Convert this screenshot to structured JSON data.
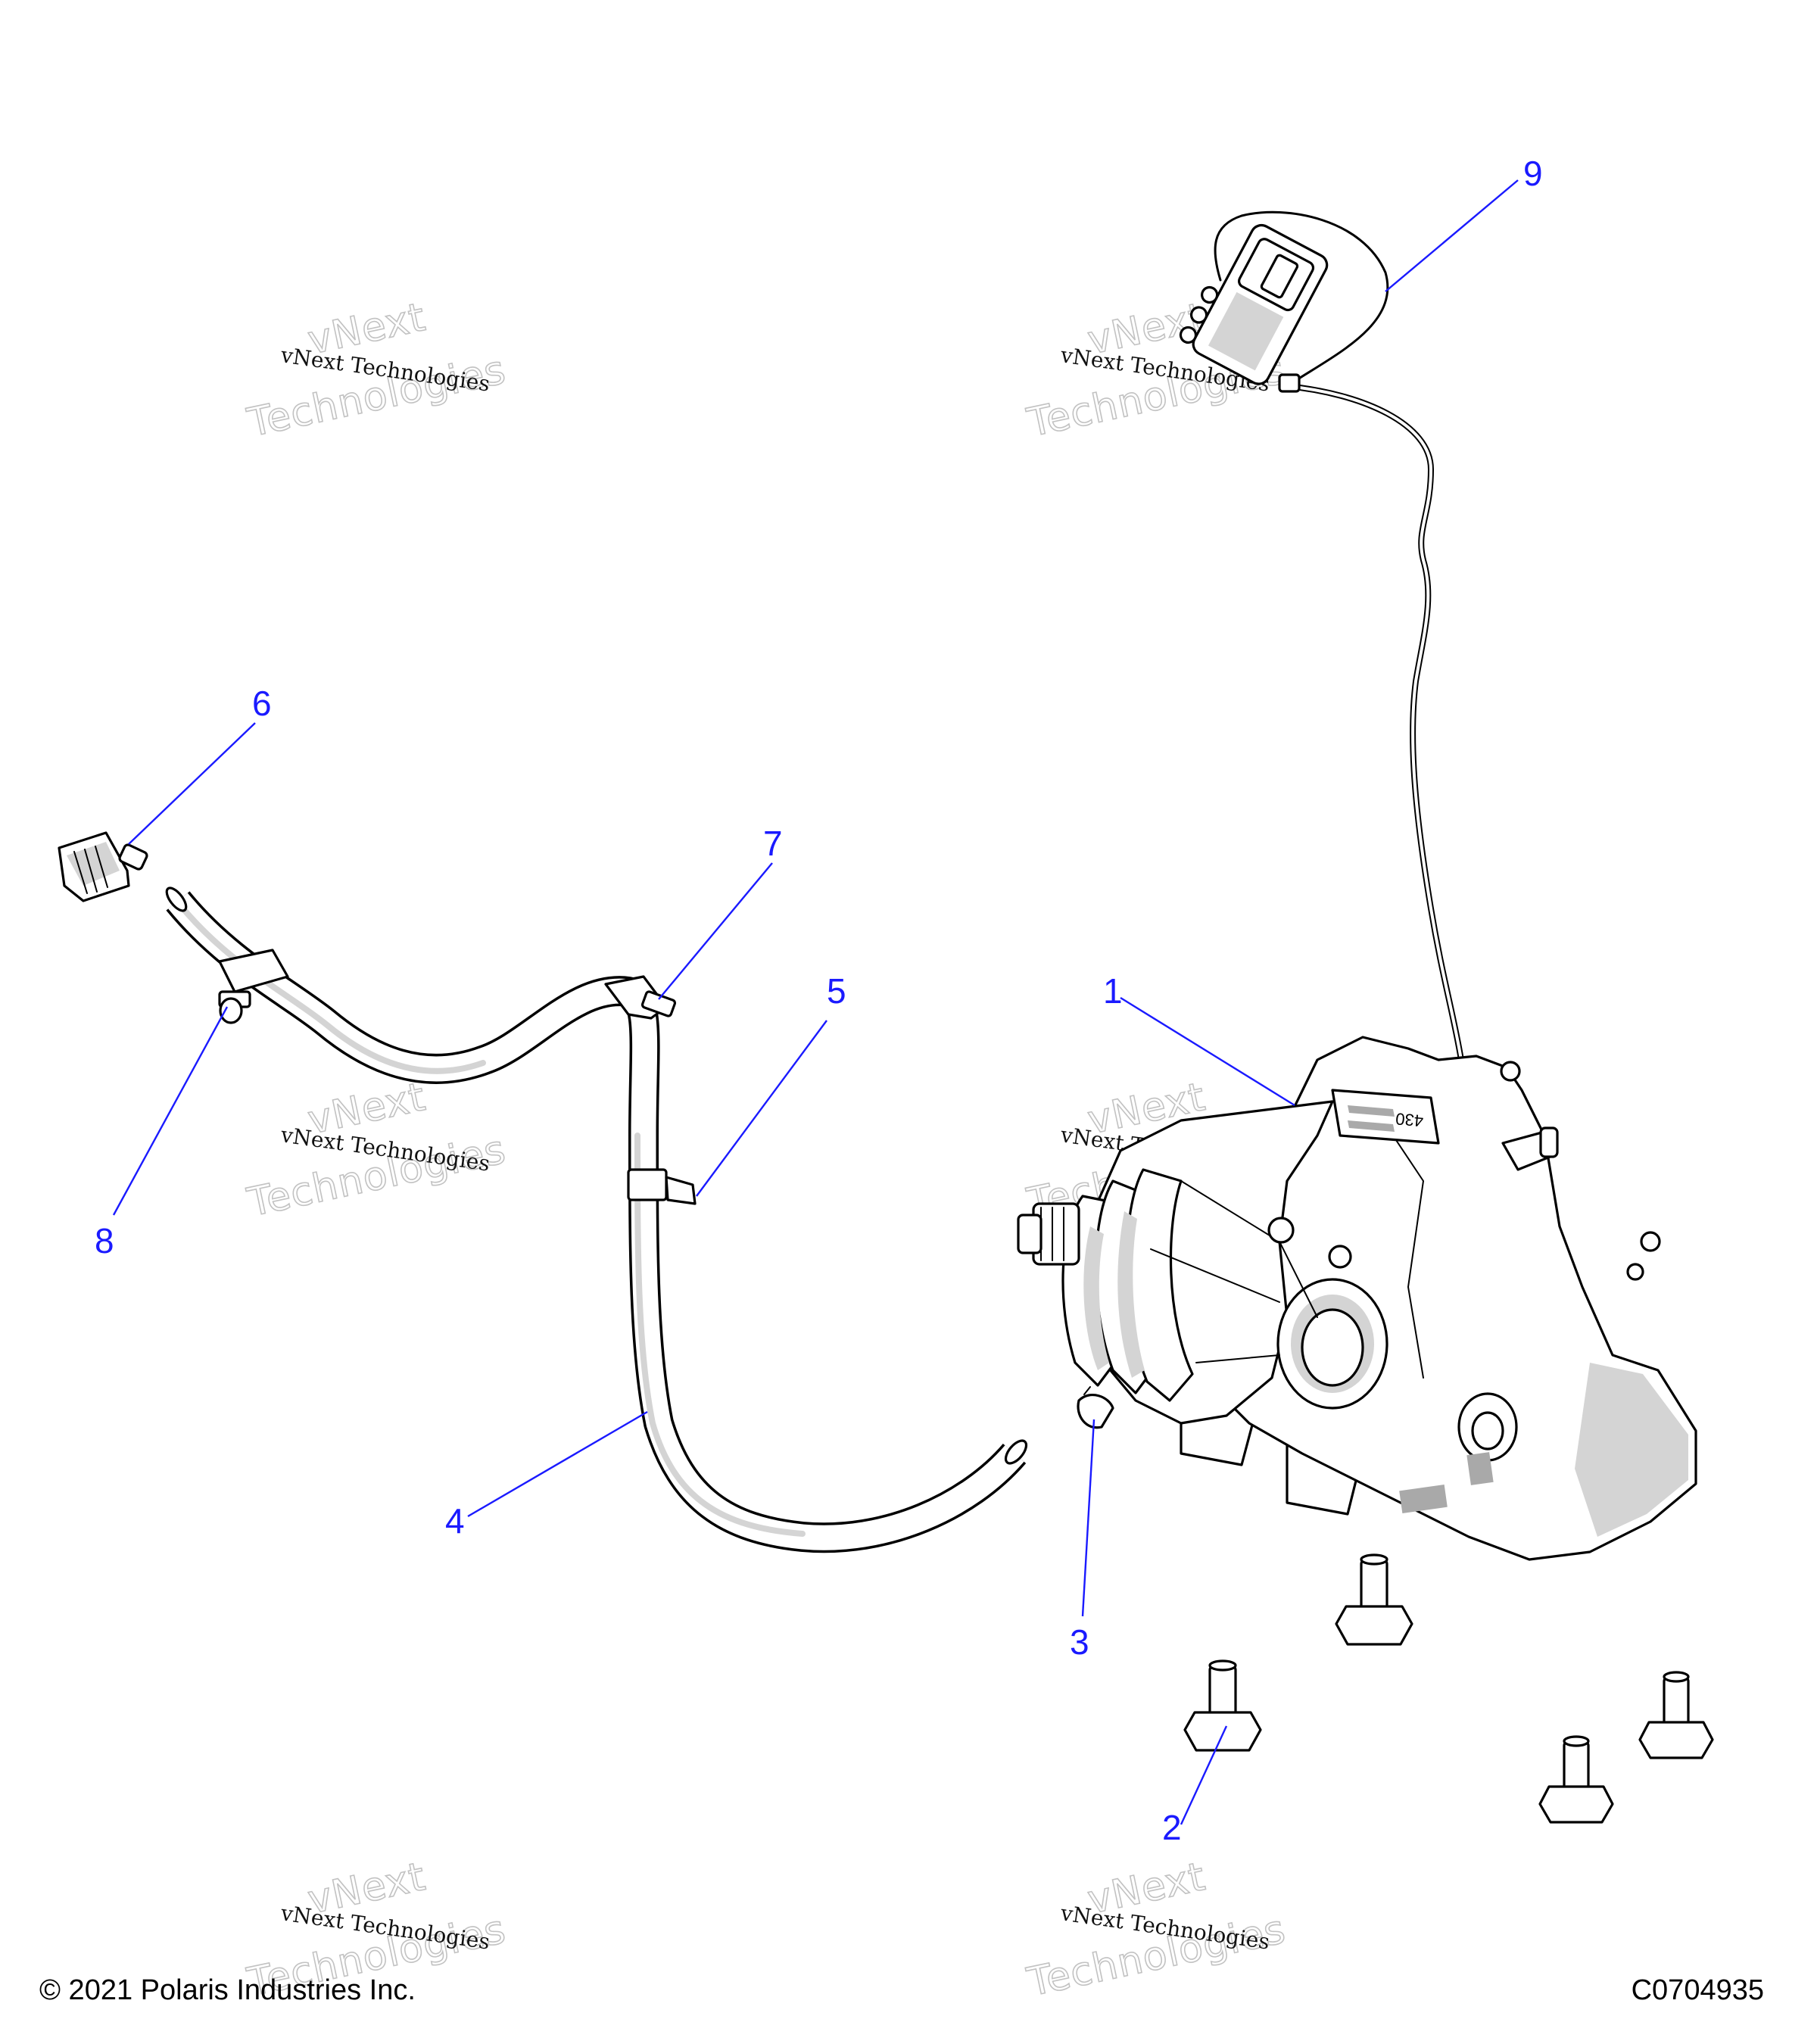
{
  "callouts": [
    {
      "id": "1",
      "label": "1"
    },
    {
      "id": "2",
      "label": "2"
    },
    {
      "id": "3",
      "label": "3"
    },
    {
      "id": "4",
      "label": "4"
    },
    {
      "id": "5",
      "label": "5"
    },
    {
      "id": "6",
      "label": "6"
    },
    {
      "id": "7",
      "label": "7"
    },
    {
      "id": "8",
      "label": "8"
    },
    {
      "id": "9",
      "label": "9"
    }
  ],
  "watermark": {
    "small_text": "vNext Technologies",
    "big_line1": "vNext",
    "big_line2": "Technologies"
  },
  "housing_label": "430",
  "footer": {
    "copyright": "© 2021 Polaris Industries Inc.",
    "drawing_number": "C0704935"
  },
  "colors": {
    "callout": "#1a1aff",
    "line_art": "#000000",
    "shading": "#d4d4d4"
  }
}
